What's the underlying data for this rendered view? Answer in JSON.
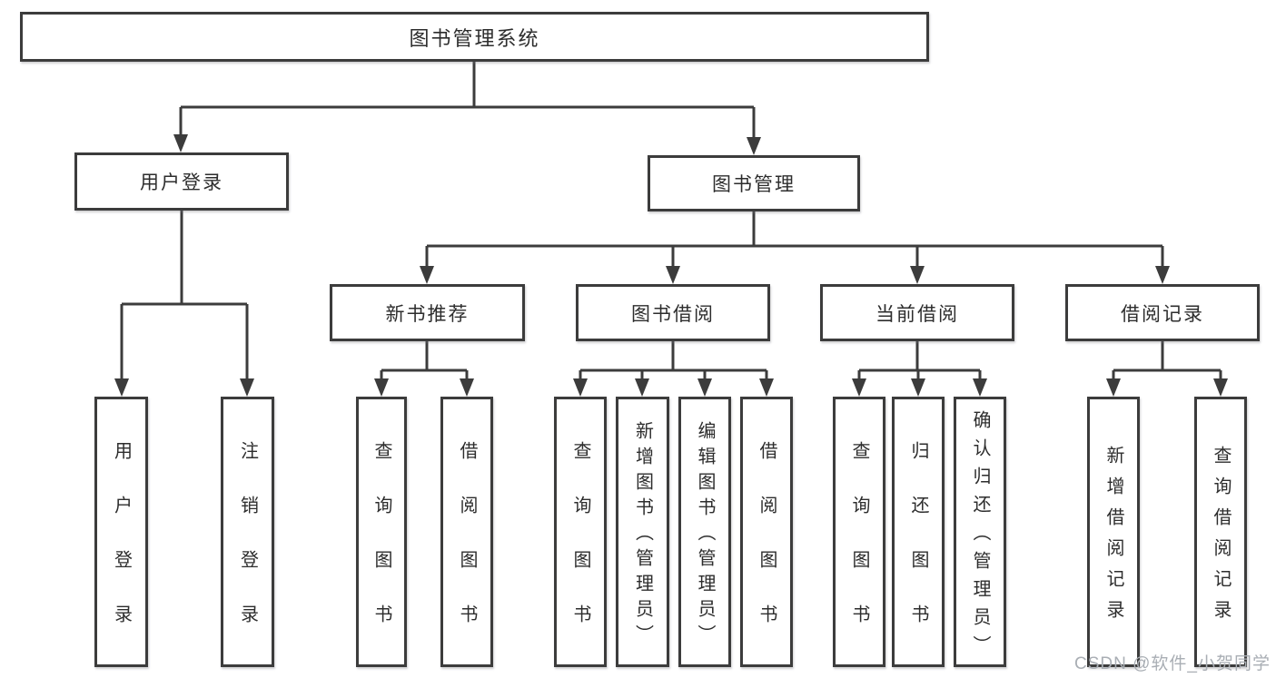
{
  "diagram": {
    "title": "图书管理系统",
    "branches": [
      {
        "label": "用户登录",
        "children": [
          {
            "label": "用户登录"
          },
          {
            "label": "注销登录"
          }
        ]
      },
      {
        "label": "图书管理",
        "children": [
          {
            "label": "新书推荐",
            "children": [
              {
                "label": "查询图书"
              },
              {
                "label": "借阅图书"
              }
            ]
          },
          {
            "label": "图书借阅",
            "children": [
              {
                "label": "查询图书"
              },
              {
                "label": "新增图书（管理员）"
              },
              {
                "label": "编辑图书（管理员）"
              },
              {
                "label": "借阅图书"
              }
            ]
          },
          {
            "label": "当前借阅",
            "children": [
              {
                "label": "查询图书"
              },
              {
                "label": "归还图书"
              },
              {
                "label": "确认归还（管理员）"
              }
            ]
          },
          {
            "label": "借阅记录",
            "children": [
              {
                "label": "新增借阅记录"
              },
              {
                "label": "查询借阅记录"
              }
            ]
          }
        ]
      }
    ]
  },
  "watermark": {
    "text": "CSDN @软件_小贺同学"
  },
  "colors": {
    "line": "#3c3c3c",
    "box_border": "#3c3c3c",
    "text": "#2d2d2d",
    "watermark_text": "#a9aeb4",
    "background": "#ffffff"
  }
}
